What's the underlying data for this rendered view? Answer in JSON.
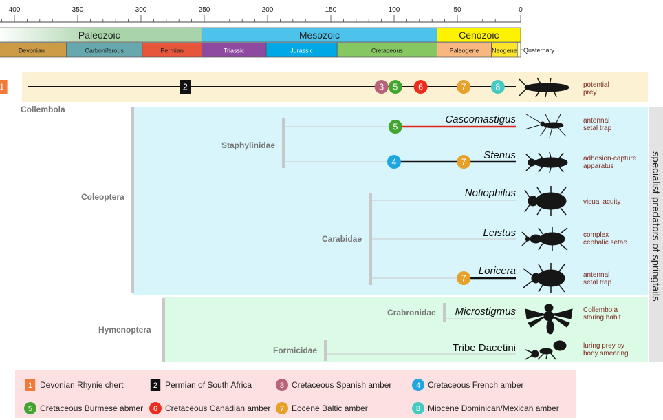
{
  "time_scale": {
    "ticks": [
      {
        "value": 400,
        "label": "400"
      },
      {
        "value": 350,
        "label": "350"
      },
      {
        "value": 300,
        "label": "300"
      },
      {
        "value": 250,
        "label": "250"
      },
      {
        "value": 200,
        "label": "200"
      },
      {
        "value": 150,
        "label": "150"
      },
      {
        "value": 100,
        "label": "100"
      },
      {
        "value": 50,
        "label": "50"
      },
      {
        "value": 0,
        "label": "0"
      }
    ],
    "eras": [
      {
        "name": "Paleozoic",
        "from": 414,
        "to": 252,
        "color": "#a9d3a8"
      },
      {
        "name": "Mesozoic",
        "from": 252,
        "to": 66,
        "color": "#4dc3ec"
      },
      {
        "name": "Cenozoic",
        "from": 66,
        "to": 0,
        "color": "#fdf200"
      }
    ],
    "periods": [
      {
        "name": "Devonian",
        "from": 414,
        "to": 359,
        "color": "#cc9b45"
      },
      {
        "name": "Carboniferous",
        "from": 359,
        "to": 299,
        "color": "#66a8ae"
      },
      {
        "name": "Permian",
        "from": 299,
        "to": 252,
        "color": "#e7553a"
      },
      {
        "name": "Triassic",
        "from": 252,
        "to": 201,
        "color": "#8e4aa0"
      },
      {
        "name": "Jurassic",
        "from": 201,
        "to": 145,
        "color": "#00a9e3"
      },
      {
        "name": "Cretaceous",
        "from": 145,
        "to": 66,
        "color": "#86c762"
      },
      {
        "name": "Paleogene",
        "from": 66,
        "to": 23,
        "color": "#f7b77f"
      },
      {
        "name": "Neogene",
        "from": 23,
        "to": 2.6,
        "color": "#ffe52a"
      }
    ],
    "quaternary_label": "Quaternary"
  },
  "prey_row": {
    "markers": [
      {
        "id": "1",
        "age": 410,
        "shape": "square"
      },
      {
        "id": "2",
        "age": 265,
        "shape": "square"
      },
      {
        "id": "3",
        "age": 110,
        "shape": "circle"
      },
      {
        "id": "5",
        "age": 99,
        "shape": "circle"
      },
      {
        "id": "6",
        "age": 79,
        "shape": "circle"
      },
      {
        "id": "7",
        "age": 45,
        "shape": "circle"
      },
      {
        "id": "8",
        "age": 18,
        "shape": "circle"
      }
    ],
    "label": [
      "potential",
      "prey"
    ],
    "group": "Collembola"
  },
  "orders": [
    {
      "name": "Coleoptera"
    },
    {
      "name": "Hymenoptera"
    }
  ],
  "families": [
    "Staphylinidae",
    "Carabidae",
    "Crabronidae",
    "Formicidae"
  ],
  "taxa": [
    {
      "name": "Cascomastigus",
      "italic": true,
      "trait": [
        "antennal",
        "setal trap"
      ],
      "markers": [
        {
          "id": "5",
          "age": 99
        }
      ],
      "line_start": 99,
      "line_color": "#e2231a"
    },
    {
      "name": "Stenus",
      "italic": true,
      "trait": [
        "adhesion-capture",
        "apparatus"
      ],
      "markers": [
        {
          "id": "4",
          "age": 100
        },
        {
          "id": "7",
          "age": 45
        }
      ],
      "line_start": 100,
      "line_color": "#111111"
    },
    {
      "name": "Notiophilus",
      "italic": true,
      "trait": [
        "visual acuity"
      ],
      "markers": [],
      "line_start": null,
      "line_color": null
    },
    {
      "name": "Leistus",
      "italic": true,
      "trait": [
        "complex",
        "cephalic setae"
      ],
      "markers": [],
      "line_start": null,
      "line_color": null
    },
    {
      "name": "Loricera",
      "italic": true,
      "trait": [
        "antennal",
        "setal trap"
      ],
      "markers": [
        {
          "id": "7",
          "age": 45
        }
      ],
      "line_start": 45,
      "line_color": "#111111"
    },
    {
      "name": "Microstigmus",
      "italic": true,
      "trait": [
        "Collembola",
        "storing habit"
      ],
      "markers": [],
      "line_start": null,
      "line_color": null
    },
    {
      "name": "Tribe Dacetini",
      "italic": false,
      "trait": [
        "luring prey by",
        "body smearing"
      ],
      "markers": [],
      "line_start": null,
      "line_color": null
    }
  ],
  "side_label": "specialist predators of springtails",
  "legend": [
    {
      "id": "1",
      "text": "Devonian Rhynie chert",
      "shape": "square",
      "color": "#f07a38"
    },
    {
      "id": "2",
      "text": "Permian of South Africa",
      "shape": "square",
      "color": "#111111"
    },
    {
      "id": "3",
      "text": "Cretaceous Spanish amber",
      "shape": "circle",
      "color": "#b8637a"
    },
    {
      "id": "4",
      "text": "Cretaceous French amber",
      "shape": "circle",
      "color": "#1ea6df"
    },
    {
      "id": "5",
      "text": "Cretaceous Burmese abmer",
      "shape": "circle",
      "color": "#43a52f"
    },
    {
      "id": "6",
      "text": "Cretaceous Canadian amber",
      "shape": "circle",
      "color": "#ec2d1f"
    },
    {
      "id": "7",
      "text": "Eocene Baltic amber",
      "shape": "circle",
      "color": "#e5a12a"
    },
    {
      "id": "8",
      "text": "Miocene Dominican/Mexican amber",
      "shape": "circle",
      "color": "#45c9c0"
    }
  ],
  "colors": {
    "prey_band": "#fdf1d3",
    "coleoptera_band": "#d9f5fc",
    "hymenoptera_band": "#dcfbe6",
    "legend_band": "#fde0e2",
    "side_band": "#e3e3e3",
    "bracket": "#c8c8c8",
    "thin_line": "#c9c9c9",
    "trait_text": "#7b2a1e",
    "group_text": "#777777"
  }
}
